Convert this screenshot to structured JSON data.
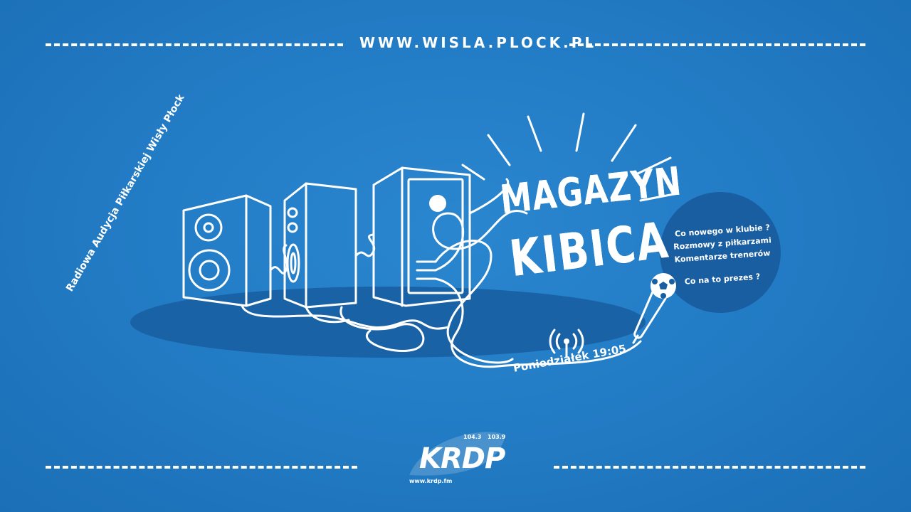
{
  "header": {
    "url": "WWW.WISLA.PLOCK.PL"
  },
  "show": {
    "title_line_1": "MAGAZYN",
    "title_line_2": "KIBICA",
    "subtitle_arc": "Radiowa Audycja Piłkarskiej Wisły Płock",
    "schedule": "Poniedziałek 19:05"
  },
  "bubble": {
    "lines": [
      "Co nowego w klubie ?",
      "Rozmowy z piłkarzami",
      "Komentarze trenerów",
      "Co na to prezes ?"
    ]
  },
  "logo": {
    "name": "KRDP",
    "frequency_1": "104.3",
    "frequency_2": "103.9",
    "url": "www.krdp.fm"
  },
  "colors": {
    "background": "#237dc6",
    "shadow_ellipse": "#1a62a6",
    "bubble": "#1a5ea2",
    "ink": "#ffffff"
  },
  "icons": [
    "speaker-icon",
    "microphone-icon",
    "football-icon",
    "antenna-icon"
  ]
}
